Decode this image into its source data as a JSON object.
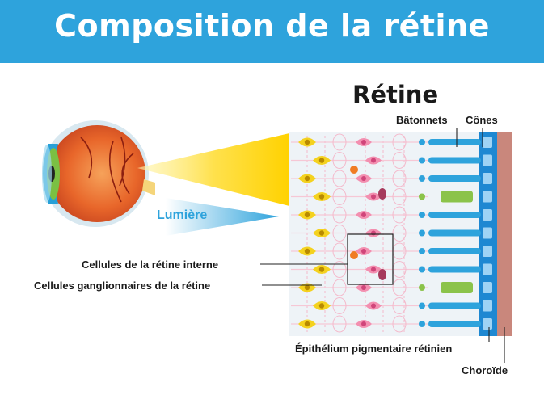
{
  "title": "Composition de la rétine",
  "diagram": {
    "retina_title": "Rétine",
    "light_label": "Lumière",
    "labels": {
      "rods": "Bâtonnets",
      "cones": "Cônes",
      "inner_cells": "Cellules de la rétine interne",
      "ganglion_cells": "Cellules ganglionnaires de la rétine",
      "epithelium": "Épithélium pigmentaire rétinien",
      "choroid": "Choroïde"
    },
    "colors": {
      "banner": "#2ea3dc",
      "ganglion": "#f4d21f",
      "bipolar": "#f38fb0",
      "amacrine": "#a63a5c",
      "horizontal": "#f07c23",
      "rod": "#2ea3dc",
      "cone": "#8bc34a",
      "epithelium": "#1e88d2",
      "choroid": "#c9877c"
    },
    "icons": [
      "eye-icon"
    ]
  }
}
